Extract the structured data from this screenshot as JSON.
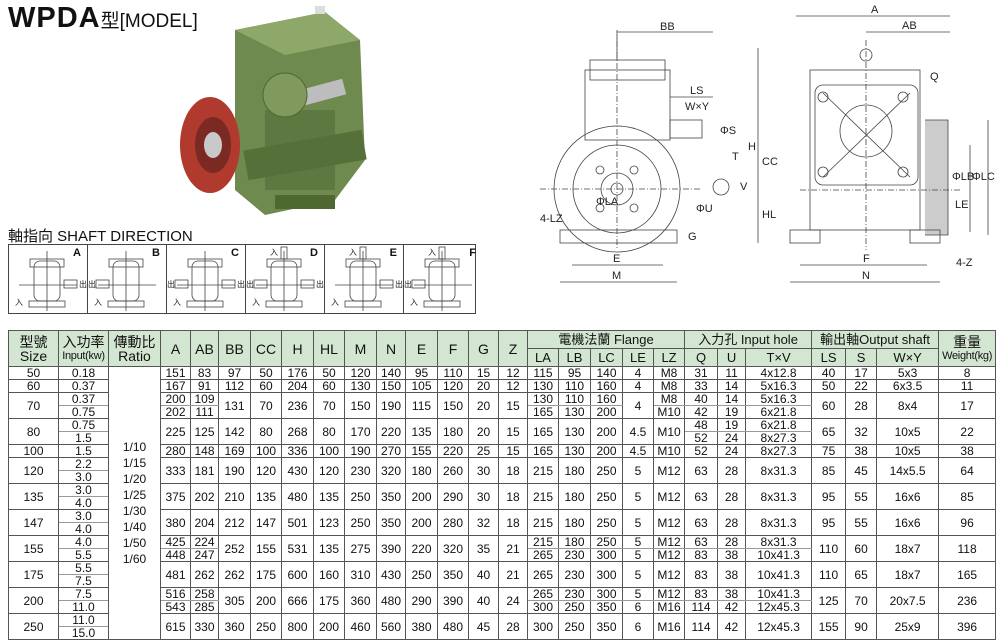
{
  "title": {
    "model": "WPDA",
    "suffix": "型[MODEL]"
  },
  "shaft_direction": {
    "title": "軸指向  SHAFT DIRECTION",
    "input_char": "入",
    "output_char": "出",
    "boxes": [
      {
        "letter": "A",
        "out_left": false,
        "out_right": true,
        "in_top": false
      },
      {
        "letter": "B",
        "out_left": true,
        "out_right": false,
        "in_top": false
      },
      {
        "letter": "C",
        "out_left": true,
        "out_right": true,
        "in_top": false
      },
      {
        "letter": "D",
        "out_left": true,
        "out_right": true,
        "in_top": true
      },
      {
        "letter": "E",
        "out_left": false,
        "out_right": true,
        "in_top": true
      },
      {
        "letter": "F",
        "out_left": true,
        "out_right": false,
        "in_top": true
      }
    ]
  },
  "drawing": {
    "labels": {
      "BB": "BB",
      "LS": "LS",
      "WxY": "W×Y",
      "S": "ΦS",
      "T": "T",
      "V": "V",
      "U": "ΦU",
      "G": "G",
      "LZ": "4-LZ",
      "LA": "ΦLA",
      "E": "E",
      "M": "M",
      "A": "A",
      "AB": "AB",
      "Q": "Q",
      "H": "H",
      "CC": "CC",
      "HL": "HL",
      "LB": "ΦLB",
      "LC": "ΦLC",
      "LE": "LE",
      "F": "F",
      "N": "N",
      "Z": "4-Z"
    }
  },
  "table": {
    "header": {
      "size": [
        "型號",
        "Size"
      ],
      "input": [
        "入功率",
        "Input(kw)"
      ],
      "ratio": [
        "傳動比",
        "Ratio"
      ],
      "dims": [
        "A",
        "AB",
        "BB",
        "CC",
        "H",
        "HL",
        "M",
        "N",
        "E",
        "F",
        "G",
        "Z"
      ],
      "flange": "電機法蘭 Flange",
      "flange_cols": [
        "LA",
        "LB",
        "LC",
        "LE",
        "LZ"
      ],
      "input_hole": "入力孔 Input hole",
      "input_hole_cols": [
        "Q",
        "U",
        "T×V"
      ],
      "output_shaft": "輸出軸Output shaft",
      "output_shaft_cols": [
        "LS",
        "S",
        "W×Y"
      ],
      "weight": [
        "重量",
        "Weight(kg)"
      ]
    },
    "ratios": [
      "1/10",
      "1/15",
      "1/20",
      "1/25",
      "1/30",
      "1/40",
      "1/50",
      "1/60"
    ],
    "rows": [
      [
        "50",
        "0.18",
        "151",
        "83",
        "97",
        "50",
        "176",
        "50",
        "120",
        "140",
        "95",
        "110",
        "15",
        "12",
        "115",
        "95",
        "140",
        "4",
        "M8",
        "31",
        "11",
        "4x12.8",
        "40",
        "17",
        "5x3",
        "8"
      ],
      [
        "60",
        "0.37",
        "167",
        "91",
        "112",
        "60",
        "204",
        "60",
        "130",
        "150",
        "105",
        "120",
        "20",
        "12",
        "130",
        "110",
        "160",
        "4",
        "M8",
        "33",
        "14",
        "5x16.3",
        "50",
        "22",
        "6x3.5",
        "11"
      ],
      [
        "70",
        [
          "0.37",
          "0.75"
        ],
        [
          "200",
          "202"
        ],
        [
          "109",
          "111"
        ],
        "131",
        "70",
        "236",
        "70",
        "150",
        "190",
        "115",
        "150",
        "20",
        "15",
        [
          "130",
          "165"
        ],
        [
          "110",
          "130"
        ],
        [
          "160",
          "200"
        ],
        "4",
        [
          "M8",
          "M10"
        ],
        [
          "40",
          "42"
        ],
        [
          "14",
          "19"
        ],
        [
          "5x16.3",
          "6x21.8"
        ],
        "60",
        "28",
        "8x4",
        "17"
      ],
      [
        "80",
        [
          "0.75",
          "1.5"
        ],
        "225",
        "125",
        "142",
        "80",
        "268",
        "80",
        "170",
        "220",
        "135",
        "180",
        "20",
        "15",
        "165",
        "130",
        "200",
        "4.5",
        "M10",
        [
          "48",
          "52"
        ],
        [
          "19",
          "24"
        ],
        [
          "6x21.8",
          "8x27.3"
        ],
        "65",
        "32",
        "10x5",
        "22"
      ],
      [
        "100",
        "1.5",
        "280",
        "148",
        "169",
        "100",
        "336",
        "100",
        "190",
        "270",
        "155",
        "220",
        "25",
        "15",
        "165",
        "130",
        "200",
        "4.5",
        "M10",
        "52",
        "24",
        "8x27.3",
        "75",
        "38",
        "10x5",
        "38"
      ],
      [
        "120",
        [
          "2.2",
          "3.0"
        ],
        "333",
        "181",
        "190",
        "120",
        "430",
        "120",
        "230",
        "320",
        "180",
        "260",
        "30",
        "18",
        "215",
        "180",
        "250",
        "5",
        "M12",
        "63",
        "28",
        "8x31.3",
        "85",
        "45",
        "14x5.5",
        "64"
      ],
      [
        "135",
        [
          "3.0",
          "4.0"
        ],
        "375",
        "202",
        "210",
        "135",
        "480",
        "135",
        "250",
        "350",
        "200",
        "290",
        "30",
        "18",
        "215",
        "180",
        "250",
        "5",
        "M12",
        "63",
        "28",
        "8x31.3",
        "95",
        "55",
        "16x6",
        "85"
      ],
      [
        "147",
        [
          "3.0",
          "4.0"
        ],
        "380",
        "204",
        "212",
        "147",
        "501",
        "123",
        "250",
        "350",
        "200",
        "280",
        "32",
        "18",
        "215",
        "180",
        "250",
        "5",
        "M12",
        "63",
        "28",
        "8x31.3",
        "95",
        "55",
        "16x6",
        "96"
      ],
      [
        "155",
        [
          "4.0",
          "5.5"
        ],
        [
          "425",
          "448"
        ],
        [
          "224",
          "247"
        ],
        "252",
        "155",
        "531",
        "135",
        "275",
        "390",
        "220",
        "320",
        "35",
        "21",
        [
          "215",
          "265"
        ],
        [
          "180",
          "230"
        ],
        [
          "250",
          "300"
        ],
        [
          "5",
          "5"
        ],
        [
          "M12",
          "M12"
        ],
        [
          "63",
          "83"
        ],
        [
          "28",
          "38"
        ],
        [
          "8x31.3",
          "10x41.3"
        ],
        "110",
        "60",
        "18x7",
        "118"
      ],
      [
        "175",
        [
          "5.5",
          "7.5"
        ],
        "481",
        "262",
        "262",
        "175",
        "600",
        "160",
        "310",
        "430",
        "250",
        "350",
        "40",
        "21",
        "265",
        "230",
        "300",
        "5",
        "M12",
        "83",
        "38",
        "10x41.3",
        "110",
        "65",
        "18x7",
        "165"
      ],
      [
        "200",
        [
          "7.5",
          "11.0"
        ],
        [
          "516",
          "543"
        ],
        [
          "258",
          "285"
        ],
        "305",
        "200",
        "666",
        "175",
        "360",
        "480",
        "290",
        "390",
        "40",
        "24",
        [
          "265",
          "300"
        ],
        [
          "230",
          "250"
        ],
        [
          "300",
          "350"
        ],
        [
          "5",
          "6"
        ],
        [
          "M12",
          "M16"
        ],
        [
          "83",
          "114"
        ],
        [
          "38",
          "42"
        ],
        [
          "10x41.3",
          "12x45.3"
        ],
        "125",
        "70",
        "20x7.5",
        "236"
      ],
      [
        "250",
        [
          "11.0",
          "15.0"
        ],
        "615",
        "330",
        "360",
        "250",
        "800",
        "200",
        "460",
        "560",
        "380",
        "480",
        "45",
        "28",
        "300",
        "250",
        "350",
        "6",
        "M16",
        "114",
        "42",
        "12x45.3",
        "155",
        "90",
        "25x9",
        "396"
      ]
    ]
  },
  "colors": {
    "header_bg": "#d3e6d1",
    "housing_green": "#6f8a4e",
    "flange_red": "#b03a2e"
  }
}
